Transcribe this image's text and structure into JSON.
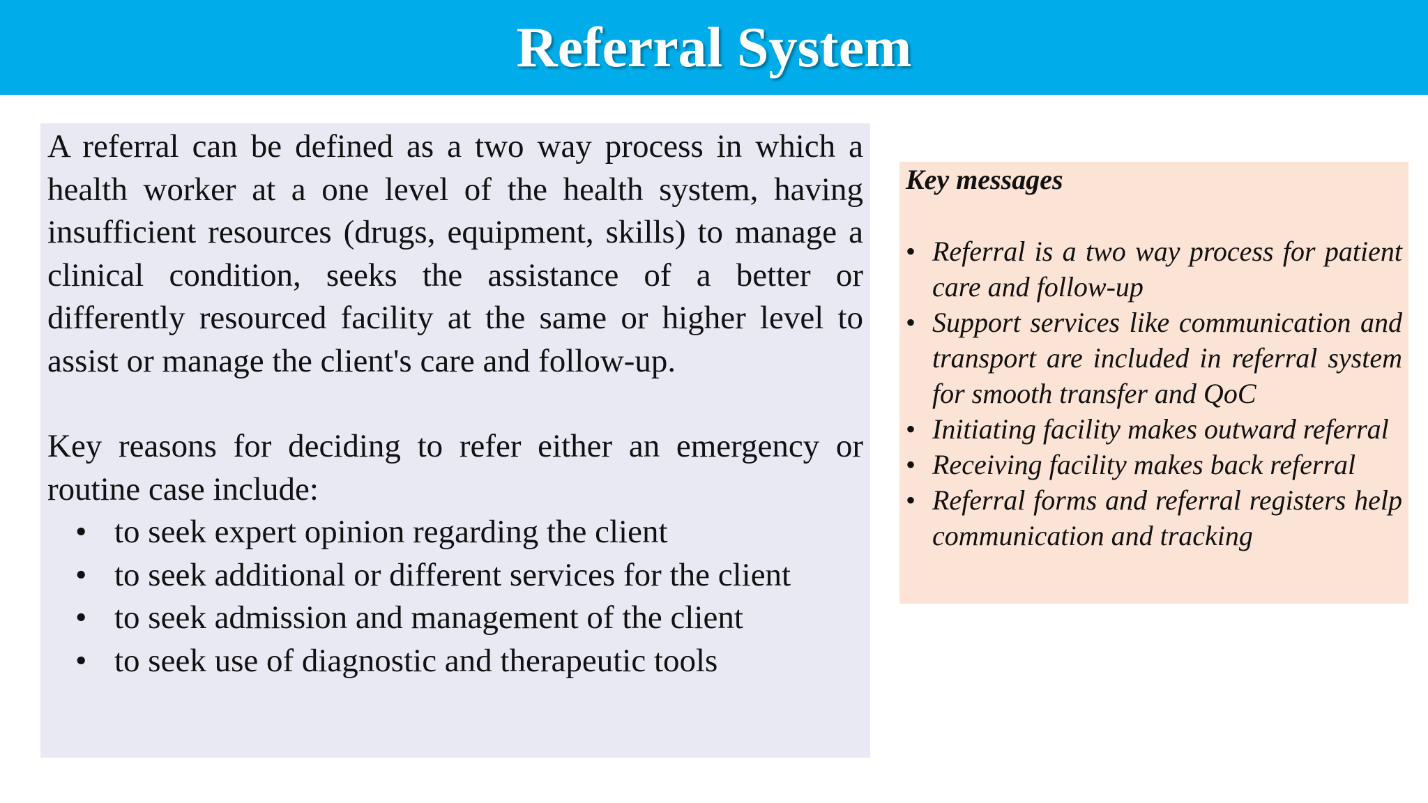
{
  "slide": {
    "title": "Referral System"
  },
  "main": {
    "definition": "A referral can be defined as a two way process in which a health worker at a one level of the health system, having insufficient resources (drugs, equipment, skills) to manage a clinical condition, seeks the assistance of a better or differently resourced facility at the same or higher level to assist or manage the client's care and follow-up.",
    "reasons_intro": "Key reasons for deciding to refer either an emergency or routine case include:",
    "reasons": [
      "to seek expert opinion regarding the client",
      "to seek additional or different services for the client",
      "to seek admission and management of the client",
      "to seek use of diagnostic and therapeutic tools"
    ]
  },
  "key_messages": {
    "title": "Key messages",
    "items": [
      "Referral is a two way process for patient care and follow-up",
      "Support services like communication and transport are included in referral system for smooth transfer and QoC",
      "Initiating facility makes outward referral",
      "Receiving facility makes back referral",
      "Referral forms and referral registers help communication and tracking"
    ]
  },
  "colors": {
    "title_bar": "#00adea",
    "main_panel": "#e9e9f3",
    "key_panel": "#fbe3d6"
  }
}
